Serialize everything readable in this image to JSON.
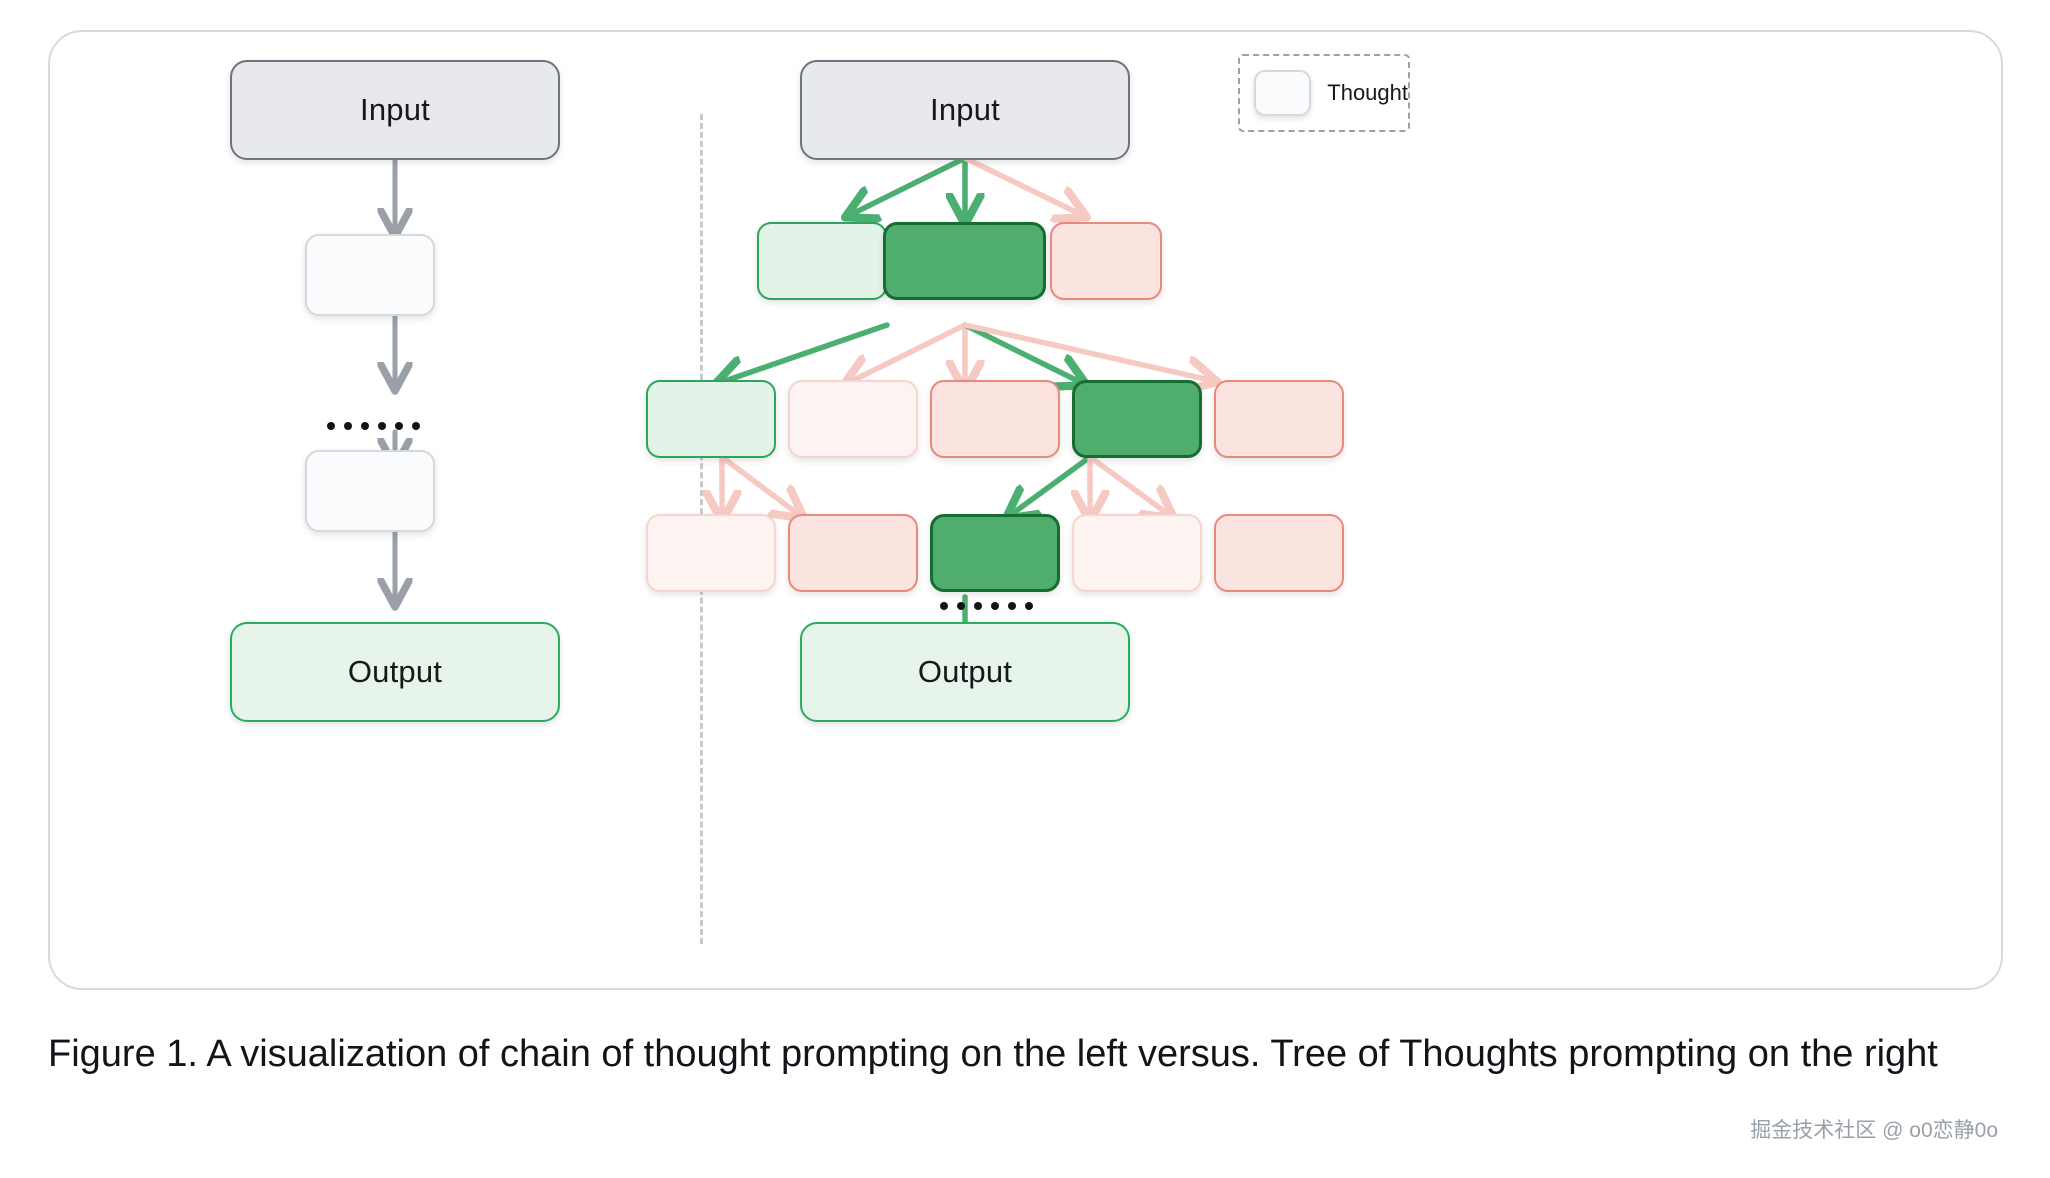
{
  "figure": {
    "caption": "Figure 1. A visualization of chain of thought prompting on the left versus. Tree of Thoughts prompting on the right",
    "watermark": "掘金技术社区 @ o0恋静0o"
  },
  "legend": {
    "label": "Thought",
    "swatch_fill": "#fafbfc",
    "swatch_border": "#d5d8dd"
  },
  "colors": {
    "input_fill": "#e7e9ec",
    "input_border": "#6f757e",
    "output_fill": "#e6f4ea",
    "output_border": "#27ae5f",
    "thought_fill": "#fafbfc",
    "thought_border": "#d5d8dd",
    "green_solid_fill": "#4fad6e",
    "green_solid_border": "#176c33",
    "green_pale_fill": "#e4f3e8",
    "green_pale_border": "#2fa45c",
    "pink_strong_fill": "#fbe3df",
    "pink_strong_border": "#e8897e",
    "pink_faint_fill": "#fdf4f2",
    "pink_faint_border": "#f6d4cf",
    "arrow_gray": "#9aa0a8",
    "arrow_green": "#4caf72",
    "arrow_pink": "#f6c9c3",
    "divider": "#c5cad1"
  },
  "left_panel": {
    "title": "chain-of-thought",
    "nodes": [
      {
        "id": "cot-input",
        "label": "Input",
        "kind": "input"
      },
      {
        "id": "cot-step-1",
        "label": "",
        "kind": "thought"
      },
      {
        "id": "cot-ellipsis",
        "label": "......",
        "kind": "ellipsis"
      },
      {
        "id": "cot-step-2",
        "label": "",
        "kind": "thought"
      },
      {
        "id": "cot-output",
        "label": "Output",
        "kind": "output"
      }
    ]
  },
  "right_panel": {
    "title": "tree-of-thoughts",
    "input_label": "Input",
    "output_label": "Output",
    "ellipsis": "......",
    "levels": [
      {
        "level": 1,
        "nodes": [
          {
            "kind": "green-pale"
          },
          {
            "kind": "green-solid"
          },
          {
            "kind": "pink-strong"
          }
        ]
      },
      {
        "level": 2,
        "nodes": [
          {
            "kind": "green-pale"
          },
          {
            "kind": "pink-faint"
          },
          {
            "kind": "pink-strong"
          },
          {
            "kind": "green-solid"
          },
          {
            "kind": "pink-strong"
          }
        ]
      },
      {
        "level": 3,
        "nodes": [
          {
            "kind": "pink-faint"
          },
          {
            "kind": "pink-strong"
          },
          {
            "kind": "green-solid"
          },
          {
            "kind": "pink-faint"
          },
          {
            "kind": "pink-strong"
          }
        ]
      }
    ]
  }
}
